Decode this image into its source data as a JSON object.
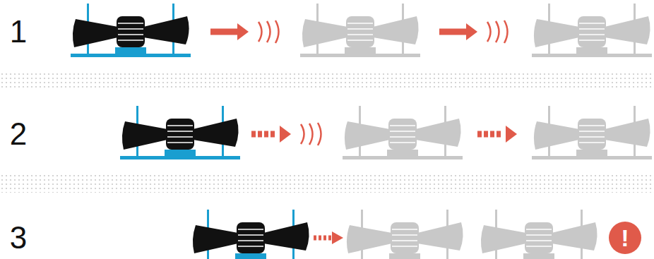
{
  "diagram": {
    "labels": [
      "1",
      "2",
      "3",
      "!"
    ]
  }
}
